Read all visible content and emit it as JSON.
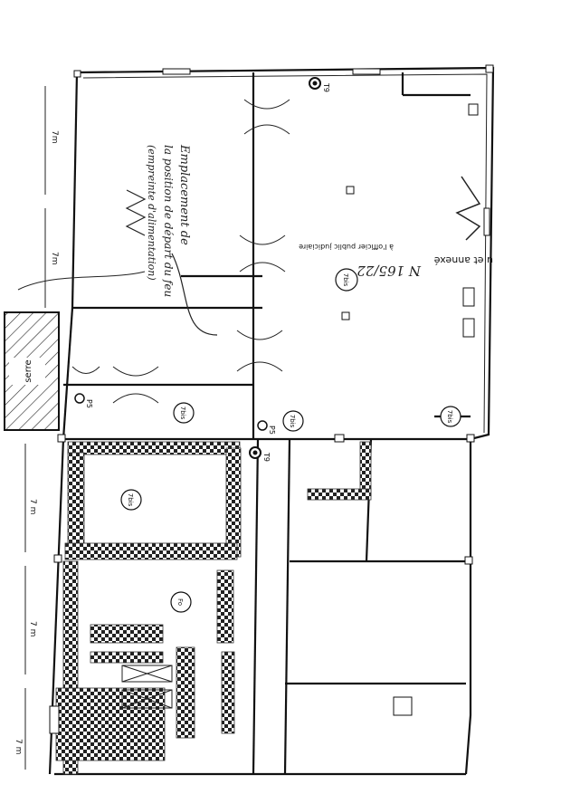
{
  "dims": {
    "left_top_1": "7m",
    "left_top_2": "7m",
    "left_mid": "7 m",
    "left_low": "7 m",
    "left_bottom": "7 m"
  },
  "greenhouse_label": "serre",
  "stamp": {
    "line1": "u et annexé",
    "line2": "à l'officier public judiciaire",
    "ref": "N 165/22"
  },
  "handwritten": {
    "line1": "Emplacement de",
    "line2": "la position de départ du feu",
    "line3": "(empreinte d'alimentation)"
  },
  "markers": {
    "t9_top": "T9",
    "t9_mid": "T9",
    "p5_left": "P5",
    "p5_mid": "P5",
    "room_large": "7bis",
    "room_small": "7bis",
    "room_a": "7bis",
    "room_b": "7bis",
    "room_c": "7bis",
    "room_d": "Fo"
  }
}
